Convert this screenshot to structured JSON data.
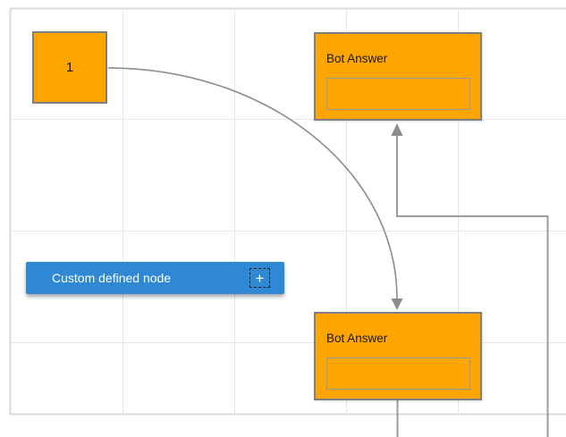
{
  "colors": {
    "node_orange": "#FFA500",
    "node_border": "#7F7F7F",
    "input_border": "#9A9A9A",
    "custom_blue": "#2E88D3",
    "connector": "#8C8C8C",
    "connector_ortho": "#9C9C9C",
    "grid_line": "#E7E7E7",
    "canvas_edge": "#DADADA",
    "text_dark": "#1A1A1A",
    "text_light": "#FFFFFF"
  },
  "nodes": {
    "start": {
      "label": "1"
    },
    "bot_answer_top": {
      "title": "Bot Answer",
      "input_value": ""
    },
    "bot_answer_bottom": {
      "title": "Bot Answer",
      "input_value": ""
    },
    "custom": {
      "label": "Custom defined node",
      "plus_icon": "+"
    }
  }
}
